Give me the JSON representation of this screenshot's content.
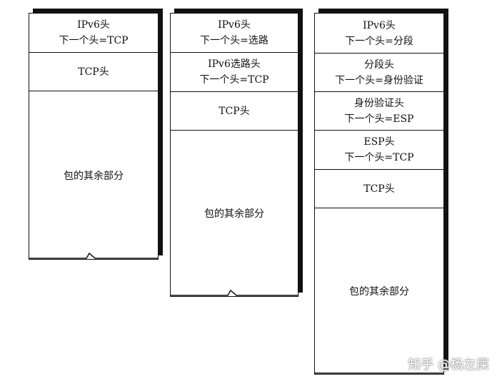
{
  "columns": [
    {
      "segments": [
        [
          "IPv6头",
          "下一个头=TCP"
        ],
        [
          "TCP头"
        ]
      ],
      "rest": "包的其余部分"
    },
    {
      "segments": [
        [
          "IPv6头",
          "下一个头=选路"
        ],
        [
          "IPv6选路头",
          "下一个头=TCP"
        ],
        [
          "TCP头"
        ]
      ],
      "rest": "包的其余部分"
    },
    {
      "segments": [
        [
          "IPv6头",
          "下一个头=分段"
        ],
        [
          "分段头",
          "下一个头=身份验证"
        ],
        [
          "身份验证头",
          "下一个头=ESP"
        ],
        [
          "ESP头",
          "下一个头=TCP"
        ],
        [
          "TCP头"
        ]
      ],
      "rest": "包的其余部分"
    }
  ],
  "watermark": "知乎 @杨左屎"
}
